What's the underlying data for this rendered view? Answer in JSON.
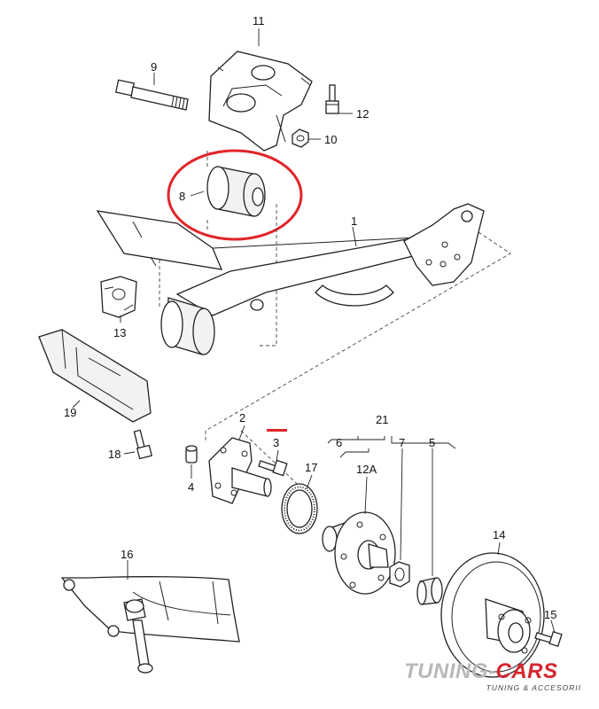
{
  "labels": {
    "p1": "1",
    "p2": "2",
    "p3": "3",
    "p4": "4",
    "p5": "5",
    "p6": "6",
    "p7": "7",
    "p8": "8",
    "p9": "9",
    "p10": "10",
    "p11": "11",
    "p12": "12",
    "p12a": "12A",
    "p13": "13",
    "p14": "14",
    "p15": "15",
    "p16": "16",
    "p17": "17",
    "p18": "18",
    "p19": "19",
    "p21": "21"
  },
  "watermark": {
    "part_a": "TUNING-",
    "part_b": "CARS",
    "subtitle": "TUNING & ACCESORII"
  },
  "colors": {
    "highlight_circle": "#e0252b",
    "line": "#222222",
    "watermark_red": "#d8262f",
    "watermark_grey": "#b9b9b9"
  }
}
